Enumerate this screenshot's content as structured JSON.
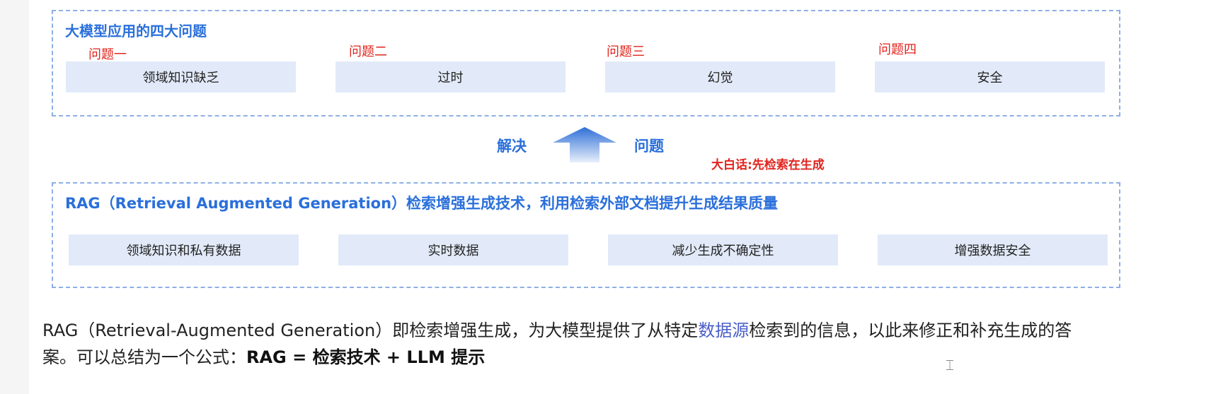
{
  "top_section": {
    "title": "大模型应用的四大问题",
    "labels": [
      "问题一",
      "问题二",
      "问题三",
      "问题四"
    ],
    "items": [
      "领域知识缺乏",
      "过时",
      "幻觉",
      "安全"
    ]
  },
  "arrow": {
    "left": "解决",
    "right": "问题",
    "note": "大白话:先检索在生成"
  },
  "bottom_section": {
    "title": "RAG（Retrieval Augmented Generation）检索增强生成技术，利用检索外部文档提升生成结果质量",
    "items": [
      "领域知识和私有数据",
      "实时数据",
      "减少生成不确定性",
      "增强数据安全"
    ]
  },
  "paragraph": {
    "part1": "RAG（Retrieval-Augmented Generation）即检索增强生成，为大模型提供了从特定",
    "link": "数据源",
    "part2": "检索到的信息，以此来修正和补充生成的答案。可以总结为一个公式：",
    "formula": "RAG = 检索技术 + LLM 提示"
  },
  "colors": {
    "accent_blue": "#2a6fdb",
    "red": "#e0241e",
    "cell_bg": "#e2eaf9",
    "dash": "#8db0e6"
  }
}
